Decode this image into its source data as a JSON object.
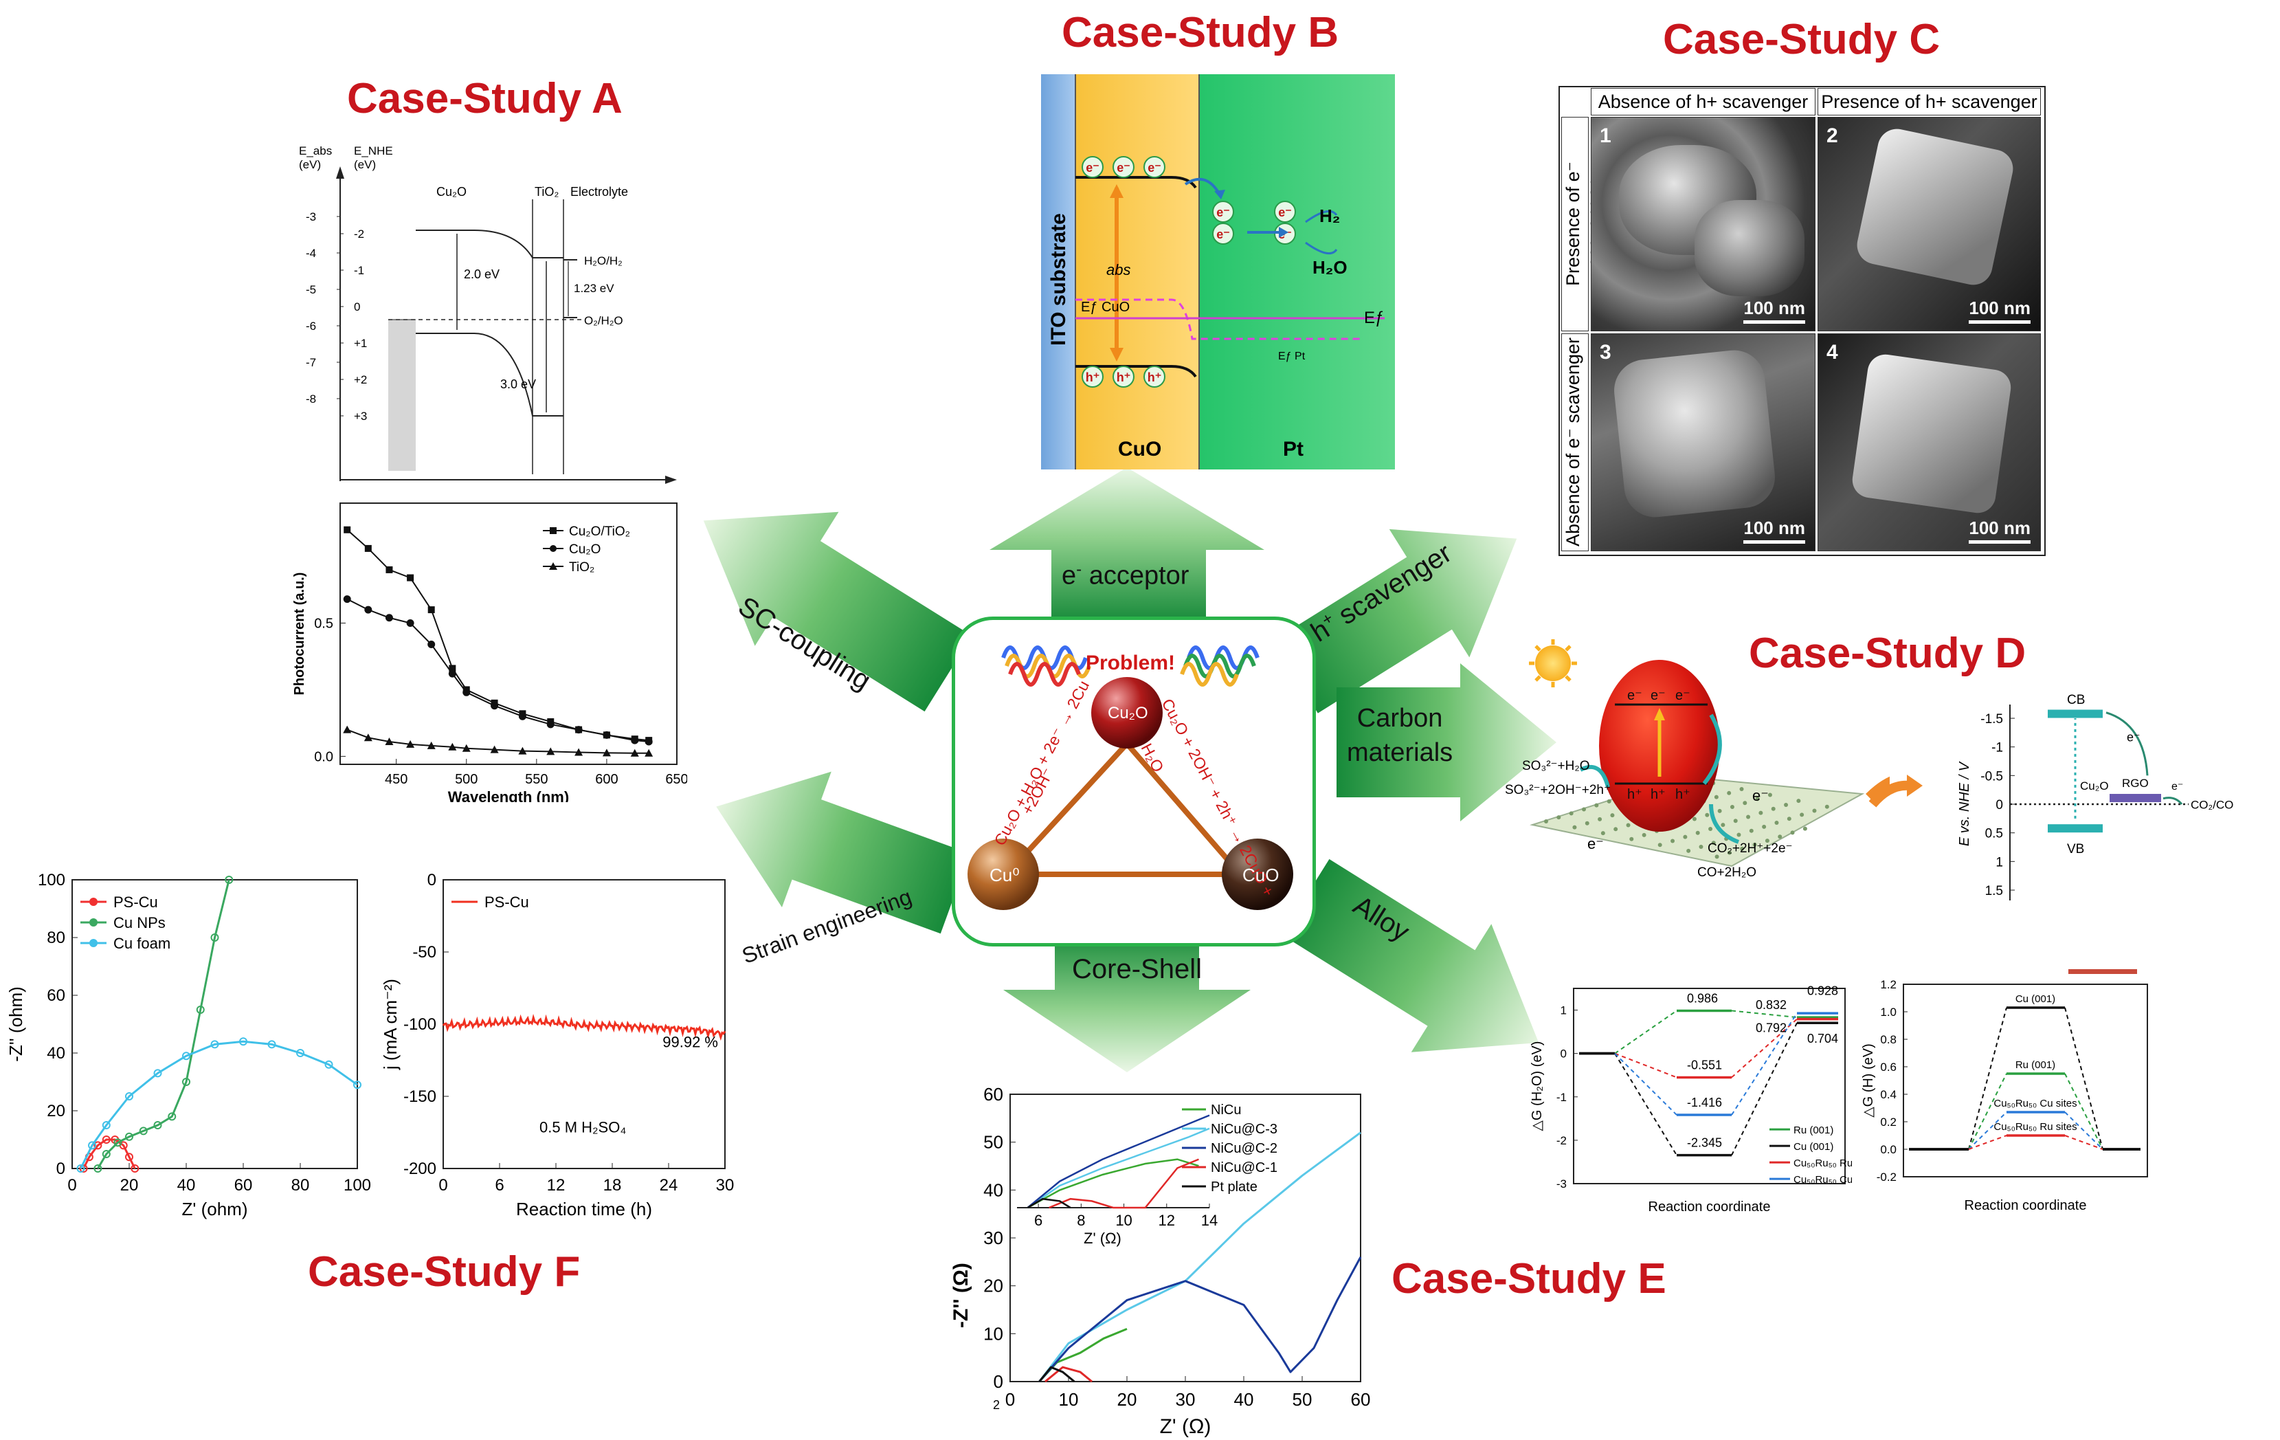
{
  "case_titles": {
    "a": "Case-Study A",
    "b": "Case-Study B",
    "c": "Case-Study C",
    "d": "Case-Study D",
    "e": "Case-Study E",
    "f": "Case-Study F"
  },
  "arrows": {
    "sc_coupling": "SC-coupling",
    "e_acceptor_e": "e",
    "e_acceptor_sup": "-",
    "e_acceptor_text": " acceptor",
    "h_scavenger_h": "h",
    "h_scavenger_sup": "+",
    "h_scavenger_text": " scavenger",
    "carbon_1": "Carbon",
    "carbon_2": "materials",
    "strain": "Strain engineering",
    "alloy": "Alloy",
    "core_shell": "Core-Shell"
  },
  "center": {
    "problem": "Problem!",
    "cu2o": "Cu₂O",
    "cu0": "Cu⁰",
    "cuo": "CuO",
    "left_eq": "Cu₂O + H₂O + 2e⁻ → 2Cu",
    "left_eq2": "+2OH⁻",
    "right_eq": "Cu₂O + 2OH⁻ + 2h⁺ → 2CuO +",
    "right_eq2": "H₂O"
  },
  "case_a": {
    "axis1_title": "E_abs",
    "axis1_unit": "(eV)",
    "axis2_title": "E_NHE",
    "axis2_unit": "(eV)",
    "axis1_ticks": [
      "-3",
      "-4",
      "-5",
      "-6",
      "-7",
      "-8"
    ],
    "axis2_ticks": [
      "-2",
      "-1",
      "0",
      "+1",
      "+2",
      "+3"
    ],
    "cu2o": "Cu₂O",
    "tio2": "TiO₂",
    "electrolyte": "Electrolyte",
    "gap1": "2.0 eV",
    "gap2": "3.0 eV",
    "h2o_h2": "H₂O/H₂",
    "ev123": "1.23 eV",
    "o2_h2o": "O₂/H₂O",
    "ylabel": "Photocurrent (a.u.)",
    "xlabel": "Wavelength (nm)",
    "yticks": [
      "0.0",
      "0.5"
    ],
    "xticks": [
      "450",
      "500",
      "550",
      "600",
      "650"
    ],
    "legend": [
      "Cu₂O/TiO₂",
      "Cu₂O",
      "TiO₂"
    ]
  },
  "chart_data": [
    {
      "type": "line",
      "title": "",
      "xlabel": "Wavelength (nm)",
      "ylabel": "Photocurrent (a.u.)",
      "xlim": [
        410,
        650
      ],
      "ylim": [
        -0.03,
        0.95
      ],
      "series": [
        {
          "name": "Cu₂O/TiO₂",
          "x": [
            415,
            430,
            445,
            460,
            475,
            490,
            500,
            520,
            540,
            560,
            580,
            600,
            620,
            630
          ],
          "y": [
            0.85,
            0.78,
            0.7,
            0.67,
            0.55,
            0.33,
            0.25,
            0.2,
            0.16,
            0.13,
            0.1,
            0.08,
            0.065,
            0.06
          ]
        },
        {
          "name": "Cu₂O",
          "x": [
            415,
            430,
            445,
            460,
            475,
            490,
            500,
            520,
            540,
            560,
            580,
            600,
            620,
            630
          ],
          "y": [
            0.59,
            0.55,
            0.52,
            0.5,
            0.42,
            0.31,
            0.24,
            0.19,
            0.15,
            0.12,
            0.1,
            0.08,
            0.06,
            0.055
          ]
        },
        {
          "name": "TiO₂",
          "x": [
            415,
            430,
            445,
            460,
            475,
            490,
            500,
            520,
            540,
            560,
            580,
            600,
            620,
            630
          ],
          "y": [
            0.1,
            0.07,
            0.055,
            0.045,
            0.04,
            0.035,
            0.03,
            0.025,
            0.02,
            0.018,
            0.015,
            0.013,
            0.012,
            0.012
          ]
        }
      ]
    },
    {
      "type": "line",
      "title": "",
      "xlabel": "Z' (ohm)",
      "ylabel": "-Z'' (ohm)",
      "xlim": [
        0,
        100
      ],
      "ylim": [
        0,
        100
      ],
      "series": [
        {
          "name": "PS-Cu",
          "x": [
            4,
            6,
            9,
            12,
            15,
            18,
            20,
            22
          ],
          "y": [
            0,
            4,
            8,
            10,
            10,
            8,
            4,
            0
          ]
        },
        {
          "name": "Cu NPs",
          "x": [
            9,
            12,
            16,
            20,
            25,
            30,
            35,
            40,
            45,
            50,
            55
          ],
          "y": [
            0,
            5,
            9,
            11,
            13,
            15,
            18,
            30,
            55,
            80,
            100
          ]
        },
        {
          "name": "Cu foam",
          "x": [
            3,
            7,
            12,
            20,
            30,
            40,
            50,
            60,
            70,
            80,
            90,
            100
          ],
          "y": [
            0,
            8,
            15,
            25,
            33,
            39,
            43,
            44,
            43,
            40,
            36,
            29
          ]
        }
      ]
    },
    {
      "type": "line",
      "title": "",
      "xlabel": "Reaction time (h)",
      "ylabel": "j (mA cm⁻²)",
      "xlim": [
        0,
        30
      ],
      "ylim": [
        -200,
        0
      ],
      "series": [
        {
          "name": "PS-Cu",
          "x": [
            0,
            3,
            6,
            9,
            12,
            15,
            18,
            21,
            24,
            27,
            30
          ],
          "y": [
            -101,
            -100,
            -99,
            -98,
            -99,
            -101,
            -101,
            -102,
            -103,
            -104,
            -107
          ]
        }
      ]
    },
    {
      "type": "line",
      "title": "",
      "xlabel": "Z' (Ω)",
      "ylabel": "-Z'' (Ω)",
      "xlim": [
        0,
        60
      ],
      "ylim": [
        0,
        60
      ],
      "series": [
        {
          "name": "NiCu",
          "x": [
            5,
            8,
            12,
            16,
            20
          ],
          "y": [
            0,
            4,
            6,
            9,
            11
          ]
        },
        {
          "name": "NiCu@C-3",
          "x": [
            5,
            10,
            20,
            30,
            40,
            50,
            60
          ],
          "y": [
            0,
            8,
            15,
            21,
            33,
            43,
            52
          ]
        },
        {
          "name": "NiCu@C-2",
          "x": [
            5,
            10,
            20,
            30,
            40,
            46,
            48,
            52,
            56,
            60
          ],
          "y": [
            0,
            7,
            17,
            21,
            16,
            6,
            2,
            7,
            17,
            26
          ]
        },
        {
          "name": "NiCu@C-1",
          "x": [
            6,
            9,
            12,
            14
          ],
          "y": [
            0,
            3,
            2,
            0
          ]
        },
        {
          "name": "Pt plate",
          "x": [
            5,
            7,
            9,
            11
          ],
          "y": [
            0,
            3,
            2,
            0
          ]
        }
      ]
    },
    {
      "type": "line",
      "title": "",
      "xlabel": "Reaction coordinate",
      "ylabel": "△G (H₂O) (eV)",
      "ylim": [
        -3,
        1.5
      ],
      "series": [
        {
          "name": "Ru (001)",
          "values": [
            0,
            0.986,
            0.832
          ]
        },
        {
          "name": "Cu (001)",
          "values": [
            0,
            -2.345,
            0.704
          ]
        },
        {
          "name": "Cu₅₀Ru₅₀ Ru sites",
          "values": [
            0,
            -0.551,
            0.792
          ]
        },
        {
          "name": "Cu₅₀Ru₅₀ Cu sites",
          "values": [
            0,
            -1.416,
            0.928
          ]
        }
      ]
    },
    {
      "type": "line",
      "title": "",
      "xlabel": "Reaction coordinate",
      "ylabel": "△G (H) (eV)",
      "ylim": [
        -0.2,
        1.2
      ],
      "series": [
        {
          "name": "Cu (001)",
          "values": [
            0,
            1.03,
            0
          ]
        },
        {
          "name": "Ru (001)",
          "values": [
            0,
            0.55,
            0
          ]
        },
        {
          "name": "Cu₅₀Ru₅₀ Cu sites",
          "values": [
            0,
            0.27,
            0
          ]
        },
        {
          "name": "Cu₅₀Ru₅₀ Ru sites",
          "values": [
            0,
            0.1,
            0
          ]
        }
      ]
    }
  ],
  "case_b": {
    "ito": "ITO substrate",
    "cuo": "CuO",
    "pt": "Pt",
    "abs": "abs",
    "h2": "H₂",
    "h2o": "H₂O",
    "ef": "Eƒ",
    "efcuo": "Eƒ CuO",
    "efpt": "Eƒ Pt",
    "e": "e⁻",
    "h": "h⁺"
  },
  "case_c": {
    "head1": "Absence of h+ scavenger",
    "head2": "Presence of h+ scavenger",
    "side1": "Presence of e⁻ scavenger",
    "side2": "Absence of e⁻ scavenger",
    "nums": [
      "1",
      "2",
      "3",
      "4"
    ],
    "scale": "100 nm"
  },
  "case_d": {
    "so3": "SO₃²⁻+H₂O",
    "so4": "SO₃²⁻+2OH⁻+2h⁺",
    "co2": "CO₂+2H⁺+2e⁻",
    "co": "CO+2H₂O",
    "e": "e⁻",
    "h": "h⁺",
    "ylabel": "E vs. NHE / V",
    "yticks": [
      "-1.5",
      "-1",
      "-0.5",
      "0",
      "0.5",
      "1",
      "1.5"
    ],
    "cb": "CB",
    "vb": "VB",
    "cu2o": "Cu₂O",
    "rgo": "RGO",
    "co2co": "CO₂/CO"
  },
  "case_e": {
    "yticks": [
      "0",
      "10",
      "20",
      "30",
      "40",
      "50",
      "60"
    ],
    "xticks": [
      "0",
      "10",
      "20",
      "30",
      "40",
      "50",
      "60"
    ],
    "ylabel": "-Z'' (Ω)",
    "xlabel": "Z' (Ω)",
    "inset_x": [
      "6",
      "8",
      "10",
      "12",
      "14"
    ],
    "inset_xlabel": "Z' (Ω)",
    "legend": [
      "NiCu",
      "NiCu@C-3",
      "NiCu@C-2",
      "NiCu@C-1",
      "Pt plate"
    ],
    "stray": "2"
  },
  "case_f": {
    "y1ticks": [
      "0",
      "20",
      "40",
      "60",
      "80",
      "100"
    ],
    "x1ticks": [
      "0",
      "20",
      "40",
      "60",
      "80",
      "100"
    ],
    "y1label": "-Z'' (ohm)",
    "x1label": "Z' (ohm)",
    "legend1": [
      "PS-Cu",
      "Cu NPs",
      "Cu foam"
    ],
    "y2ticks": [
      "0",
      "-50",
      "-100",
      "-150",
      "-200"
    ],
    "x2ticks": [
      "0",
      "6",
      "12",
      "18",
      "24",
      "30"
    ],
    "y2label": "j (mA cm⁻²)",
    "x2label": "Reaction time (h)",
    "legend2": "PS-Cu",
    "retention": "99.92 %",
    "electrolyte": "0.5 M H₂SO₄"
  },
  "alloy_dg": {
    "left_ylabel": "△G (H₂O) (eV)",
    "left_xlabel": "Reaction coordinate",
    "left_yticks": [
      "1",
      "0",
      "-1",
      "-2",
      "-3"
    ],
    "vals": [
      "0.986",
      "0.832",
      "0.928",
      "0.792",
      "0.704",
      "-0.551",
      "-1.416",
      "-2.345"
    ],
    "legend_left": [
      "Ru (001)",
      "Cu (001)",
      "Cu₅₀Ru₅₀ Ru sites",
      "Cu₅₀Ru₅₀ Cu sites"
    ],
    "right_ylabel": "△G (H) (eV)",
    "right_xlabel": "Reaction coordinate",
    "right_yticks": [
      "1.2",
      "1.0",
      "0.8",
      "0.6",
      "0.4",
      "0.2",
      "0.0",
      "-0.2"
    ],
    "labels_right": [
      "Cu (001)",
      "Ru (001)",
      "Cu₅₀Ru₅₀ Cu sites",
      "Cu₅₀Ru₅₀ Ru sites"
    ]
  }
}
